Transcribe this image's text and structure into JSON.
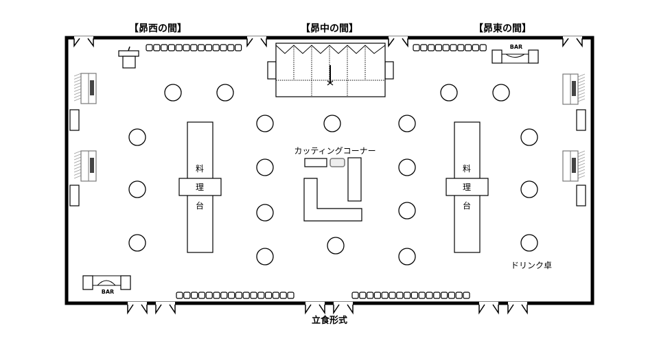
{
  "rooms": {
    "west": "【昴西の間】",
    "center": "【昴中の間】",
    "east": "【昴東の間】"
  },
  "food_table_label": [
    "料",
    "理",
    "台"
  ],
  "cutting_corner": "カッティングコーナー",
  "drink_table": "ドリンク卓",
  "bar_label": "BAR",
  "style_label": "立食形式",
  "colors": {
    "line": "#000000",
    "background": "#ffffff"
  }
}
